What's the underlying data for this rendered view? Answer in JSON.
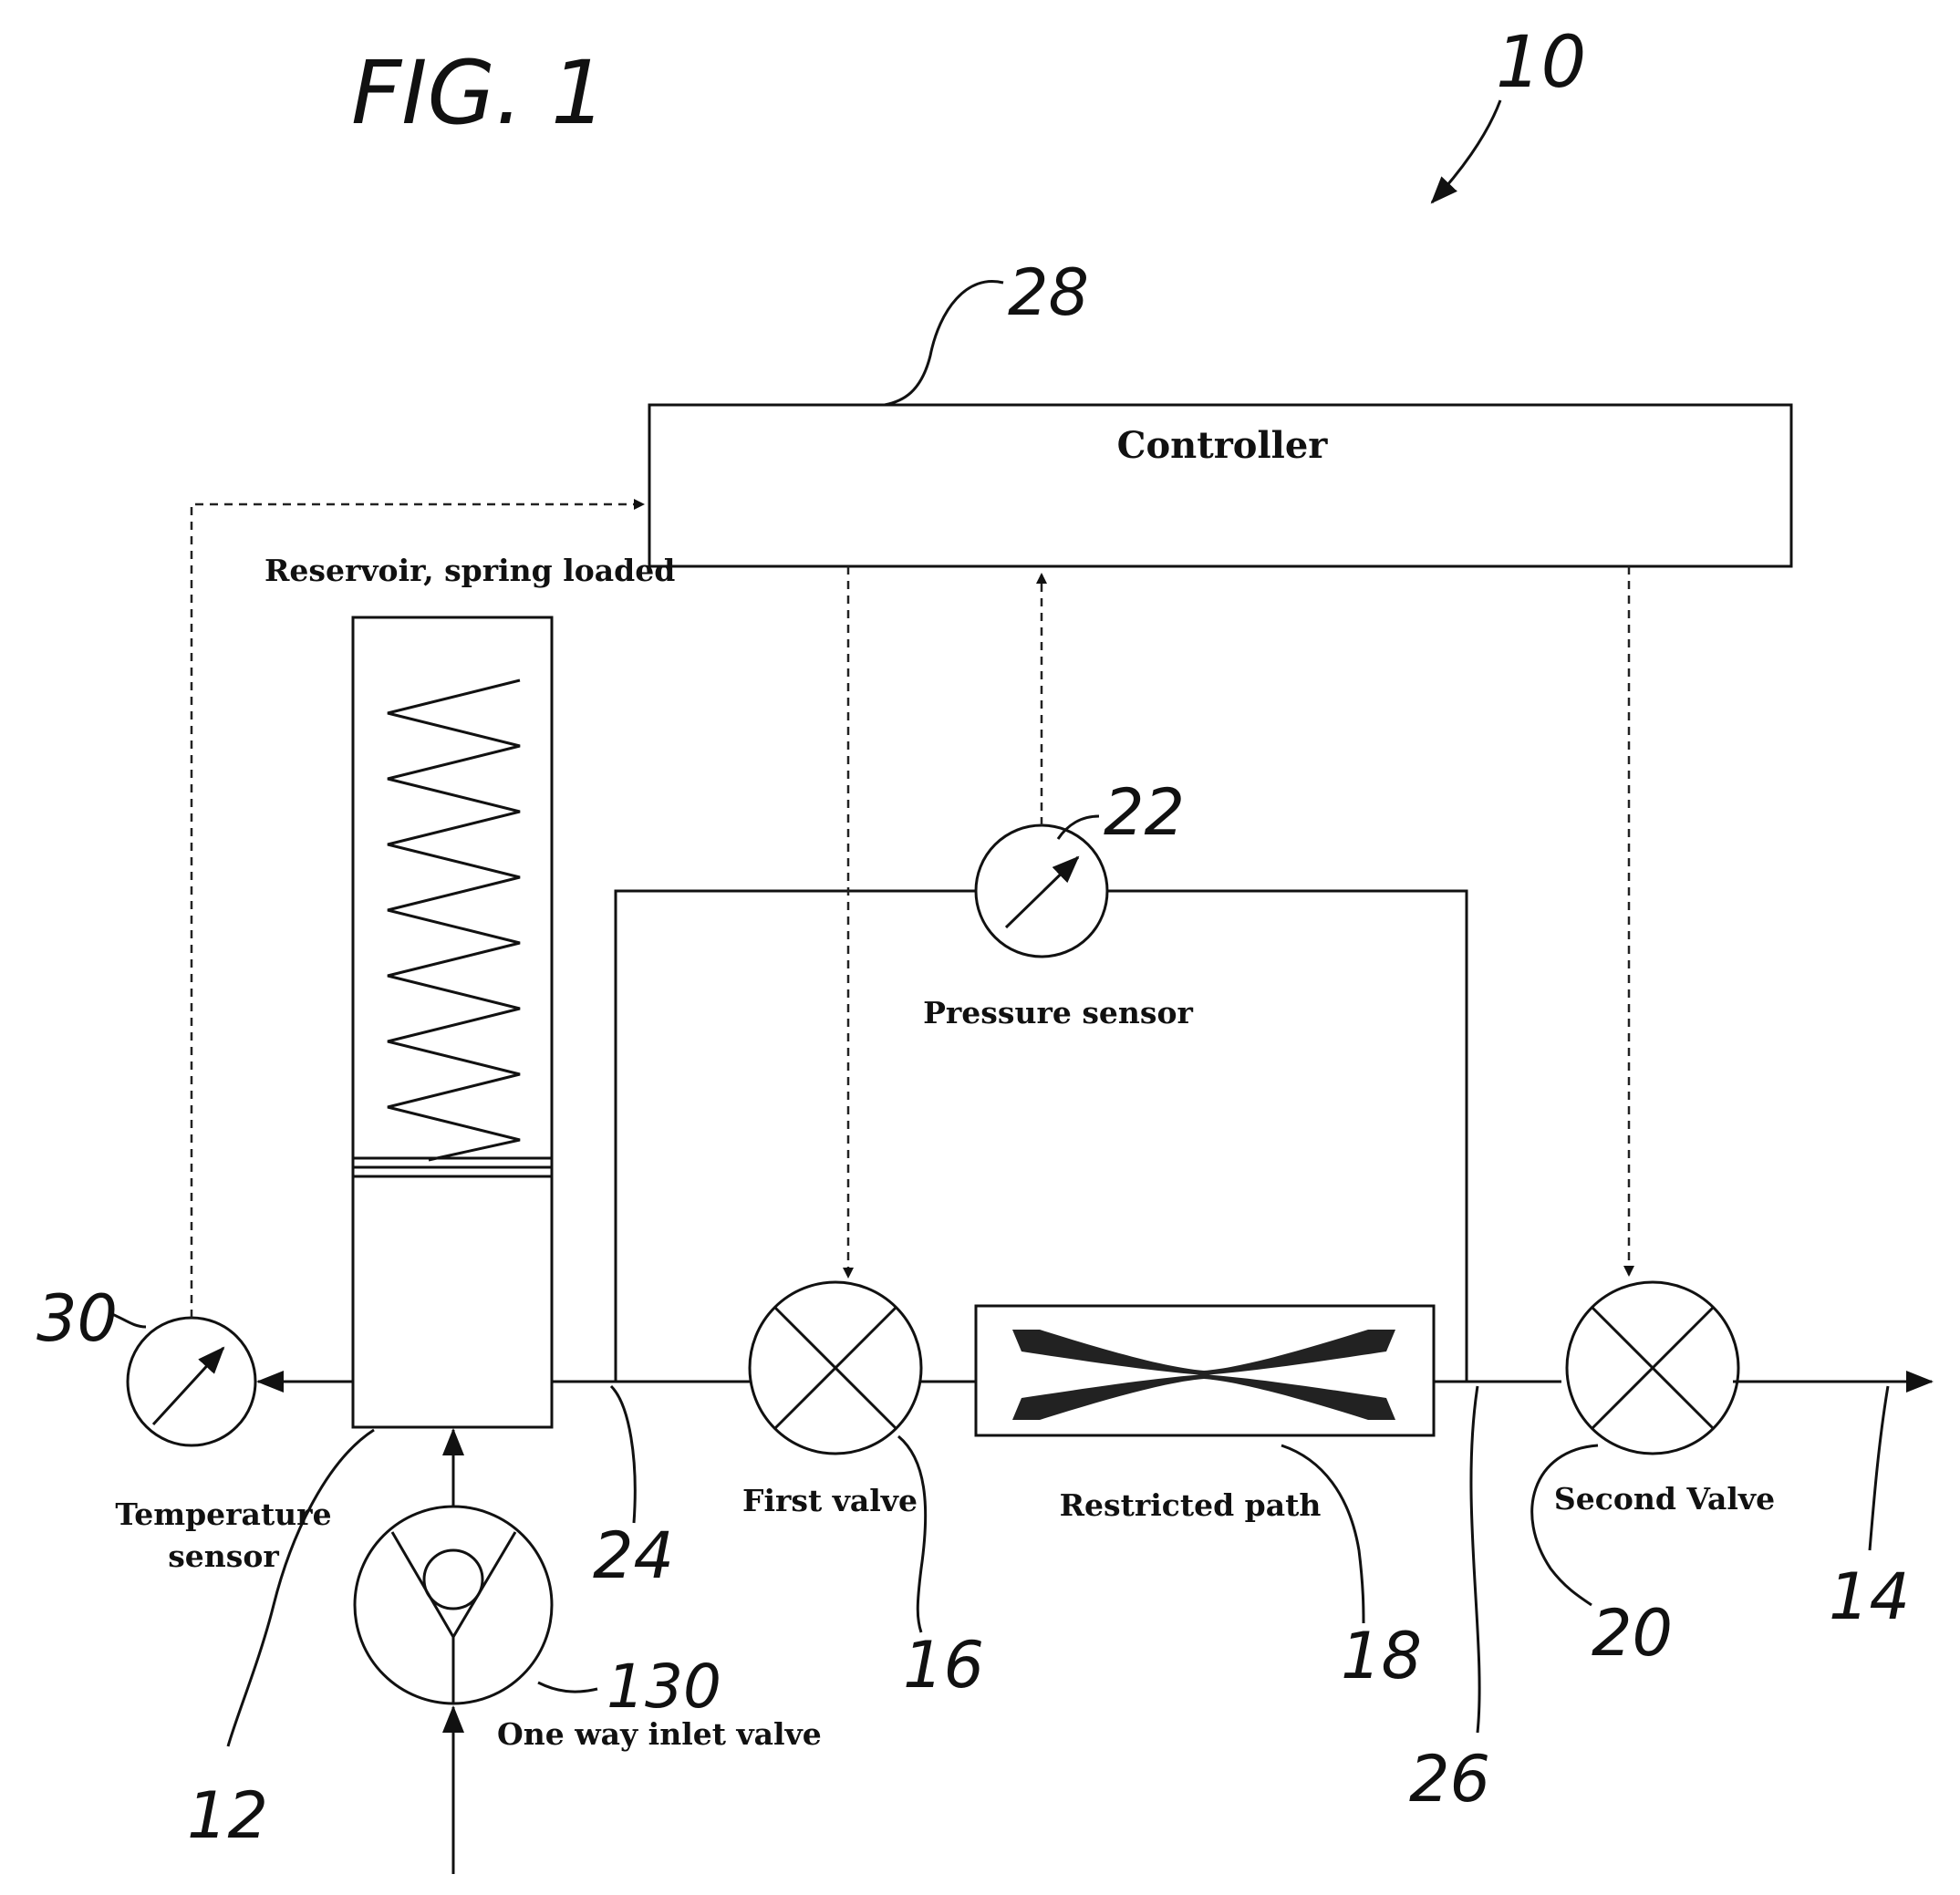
{
  "figure": {
    "title": "FIG. 1",
    "ref": "10"
  },
  "labels": {
    "controller": "Controller",
    "reservoir": "Reservoir, spring loaded",
    "pressure_sensor": "Pressure sensor",
    "temperature_sensor_1": "Temperature",
    "temperature_sensor_2": "sensor",
    "first_valve": "First valve",
    "restricted_path": "Restricted path",
    "second_valve": "Second Valve",
    "one_way_inlet_valve": "One way inlet valve"
  },
  "refs": {
    "r12": "12",
    "r14": "14",
    "r16": "16",
    "r18": "18",
    "r20": "20",
    "r22": "22",
    "r24": "24",
    "r26": "26",
    "r28": "28",
    "r30": "30",
    "r130": "130"
  }
}
